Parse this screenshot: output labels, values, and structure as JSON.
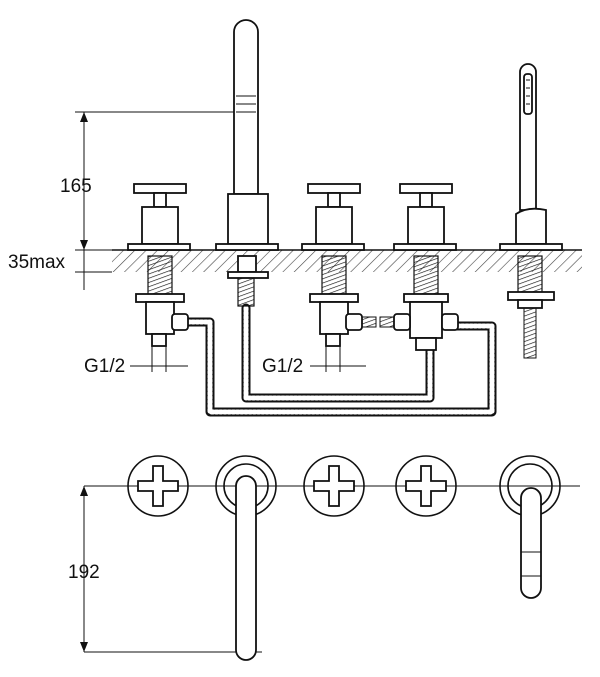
{
  "title": "",
  "dimensions": {
    "height_above_deck": "165",
    "deck_thickness": "35max",
    "inlet_left": "G1/2",
    "inlet_right": "G1/2",
    "spout_projection": "192"
  },
  "components": [
    {
      "name": "cross-handle-valve",
      "position": "left"
    },
    {
      "name": "bath-spout",
      "position": "center-left"
    },
    {
      "name": "cross-handle-valve",
      "position": "center"
    },
    {
      "name": "cross-handle-diverter-valve",
      "position": "center-right"
    },
    {
      "name": "pull-out-handshower",
      "position": "right"
    }
  ],
  "colors": {
    "line": "#111111",
    "background": "#ffffff"
  }
}
